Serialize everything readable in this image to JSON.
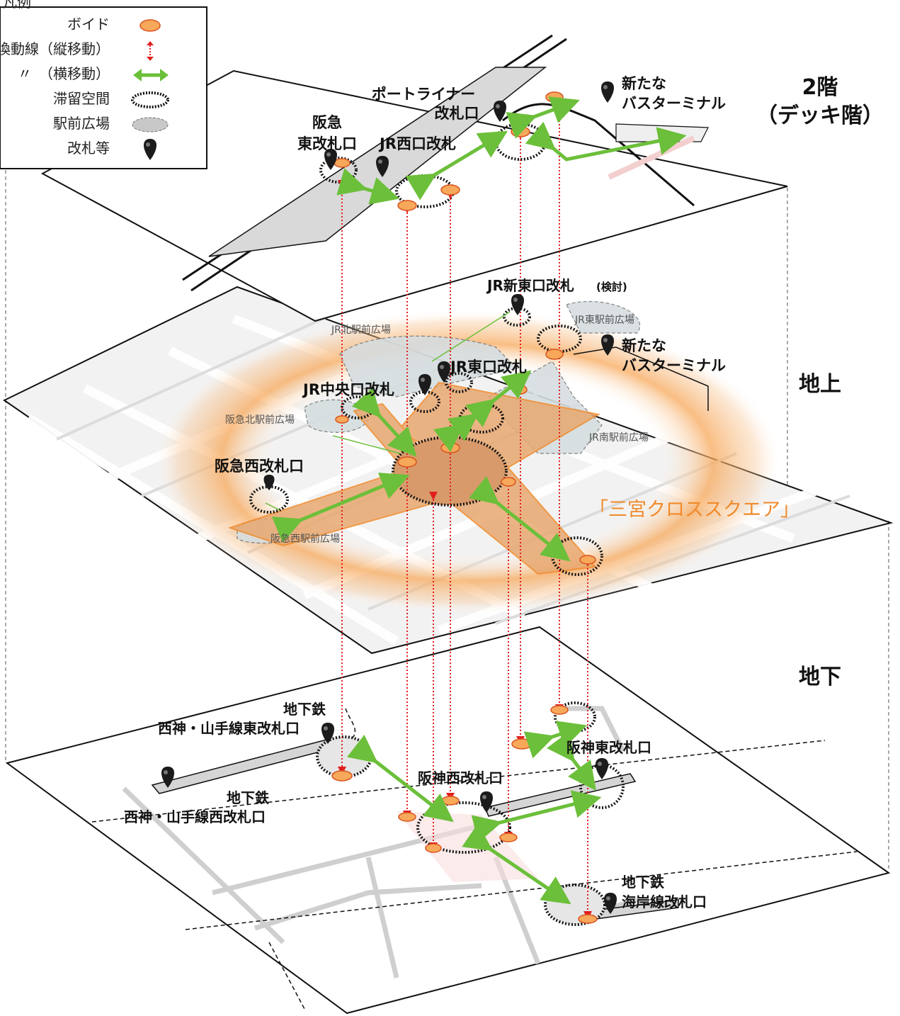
{
  "legend": {
    "title": "凡例",
    "items": [
      {
        "label": "ボイド",
        "icon": "void-icon"
      },
      {
        "label": "乗換動線（縦移動）",
        "icon": "vertical-transfer-icon"
      },
      {
        "label": "〃　（横移動）",
        "icon": "horizontal-transfer-icon"
      },
      {
        "label": "滞留空間",
        "icon": "dwell-space-icon"
      },
      {
        "label": "駅前広場",
        "icon": "station-plaza-icon"
      },
      {
        "label": "改札等",
        "icon": "ticket-gate-pin-icon"
      }
    ]
  },
  "levels": {
    "deck": {
      "title": "2階",
      "subtitle": "（デッキ階）"
    },
    "ground": {
      "title": "地上"
    },
    "underground": {
      "title": "地下"
    }
  },
  "deck_labels": {
    "hankyu_east": [
      "阪急",
      "東改札口"
    ],
    "jr_west": "JR西口改札",
    "portliner": [
      "ポートライナー",
      "改札口"
    ],
    "new_bus": [
      "新たな",
      "バスターミナル"
    ]
  },
  "ground_labels": {
    "jr_new_east": "JR新東口改札",
    "jr_new_east_note": "(検討)",
    "jr_east_plaza": "JR東駅前広場",
    "jr_north_plaza": "JR北駅前広場",
    "new_bus": [
      "新たな",
      "バスターミナル"
    ],
    "jr_east_gate": "JR東口改札",
    "jr_central_gate": "JR中央口改札",
    "hankyu_north_plaza": "阪急北駅前広場",
    "jr_south_plaza": "JR南駅前広場",
    "hankyu_west_gate": "阪急西改札口",
    "sannomiya_cross_square": "「三宮クロススクエア」",
    "hankyu_west_plaza": "阪急西駅前広場"
  },
  "underground_labels": {
    "subway_east": [
      "地下鉄",
      "西神・山手線東改札口"
    ],
    "hanshin_east": "阪神東改札口",
    "hanshin_west": "阪神西改札口",
    "subway_west": [
      "地下鉄",
      "西神・山手線西改札口"
    ],
    "subway_kaigan": [
      "地下鉄",
      "海岸線改札口"
    ]
  },
  "colors": {
    "void": "#f7a85a",
    "void_stroke": "#d9531e",
    "vertical_line": "#e02020",
    "horizontal_arrow": "#6cbf3a",
    "plaza": "#c8c8c8",
    "halo": "#f7b26b",
    "cross_square": "#f08a2a"
  }
}
